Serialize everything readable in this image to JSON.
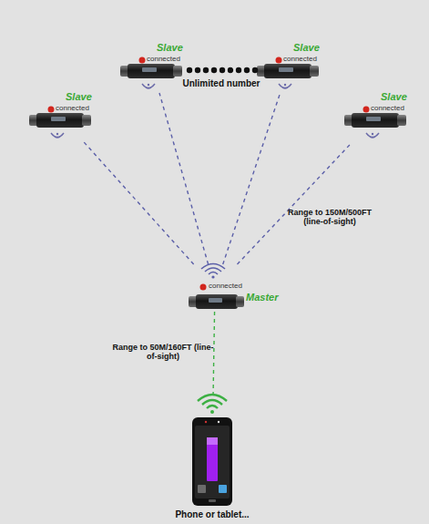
{
  "diagram": {
    "nodes": [
      {
        "text": [
          "Slave",
          "connected"
        ]
      },
      {
        "text": [
          "Slave",
          "connected"
        ]
      },
      {
        "text": [
          "Slave",
          "connected"
        ]
      },
      {
        "text": [
          "Slave",
          "connected"
        ]
      },
      {
        "text": [
          "Master",
          "connected"
        ]
      },
      {
        "text": [
          "Phone or tablet..."
        ]
      }
    ],
    "edges": [
      {
        "from": 4,
        "to": 0,
        "arrow": "none"
      },
      {
        "from": 4,
        "to": 1,
        "arrow": "none"
      },
      {
        "from": 4,
        "to": 2,
        "arrow": "none"
      },
      {
        "from": 4,
        "to": 3,
        "label": "Range to 150M/500FT (line-of-sight)",
        "arrow": "none"
      },
      {
        "from": 4,
        "to": 5,
        "label": "Range to 50M/160FT (line-of-sight)",
        "arrow": "none"
      }
    ],
    "labels": [
      "Unlimited number"
    ]
  }
}
